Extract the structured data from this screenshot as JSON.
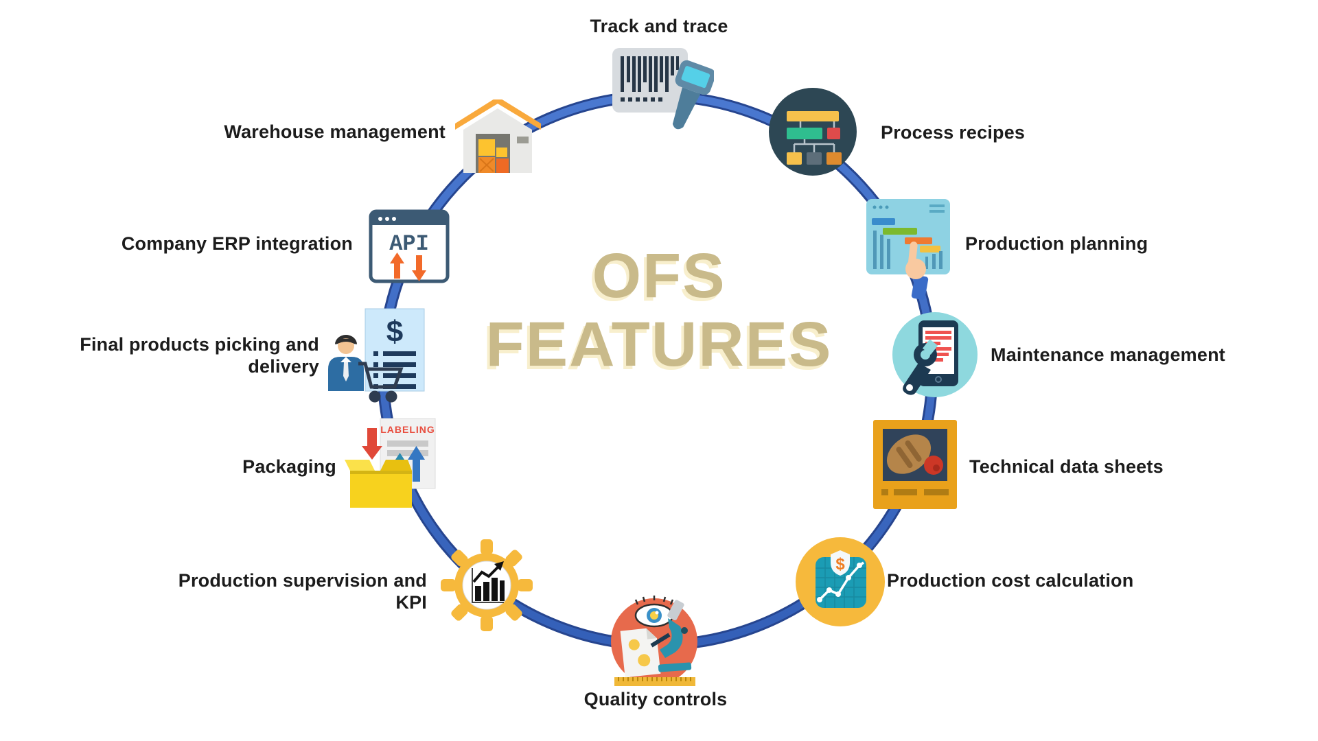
{
  "title": {
    "line1": "OFS",
    "line2": "FEATURES"
  },
  "features": [
    {
      "id": "track-and-trace",
      "label": "Track and trace",
      "icon": "barcode-scanner-icon"
    },
    {
      "id": "process-recipes",
      "label": "Process recipes",
      "icon": "flowchart-icon"
    },
    {
      "id": "production-planning",
      "label": "Production planning",
      "icon": "gantt-chart-icon"
    },
    {
      "id": "maintenance-management",
      "label": "Maintenance management",
      "icon": "wrench-tablet-icon"
    },
    {
      "id": "technical-data-sheets",
      "label": "Technical data sheets",
      "icon": "food-data-sheet-icon"
    },
    {
      "id": "production-cost-calculation",
      "label": "Production cost calculation",
      "icon": "cost-chart-shield-icon"
    },
    {
      "id": "quality-controls",
      "label": "Quality controls",
      "icon": "microscope-eye-icon"
    },
    {
      "id": "production-supervision-kpi",
      "label": "Production supervision and KPI",
      "icon": "gear-kpi-chart-icon"
    },
    {
      "id": "packaging",
      "label": "Packaging",
      "icon": "labeling-box-icon"
    },
    {
      "id": "final-products-picking-delivery",
      "label": "Final products picking and delivery",
      "icon": "picker-invoice-cart-icon"
    },
    {
      "id": "company-erp-integration",
      "label": "Company ERP integration",
      "icon": "api-window-icon"
    },
    {
      "id": "warehouse-management",
      "label": "Warehouse management",
      "icon": "warehouse-icon"
    }
  ],
  "icon_texts": {
    "api": "API",
    "labeling": "LABELING",
    "dollar": "$"
  },
  "colors": {
    "background": "#ffffff",
    "ring": "#3f6cc3",
    "ring_edge": "#26458f",
    "title": "#c9ba8a",
    "title_glow": "#f8efcd",
    "label": "#1c1c1c"
  }
}
